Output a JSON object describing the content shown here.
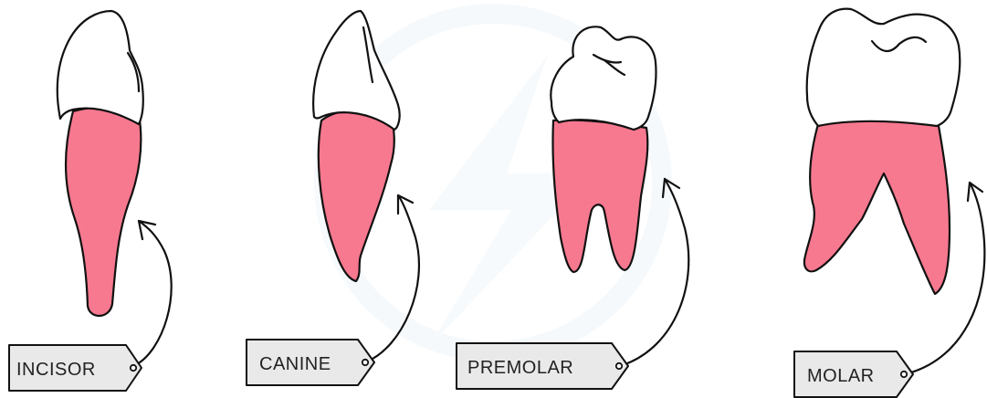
{
  "colors": {
    "root": "#f7798f",
    "crown": "#ffffff",
    "tag": "#e9e9e9",
    "outline": "#111111",
    "watermark": "#eef5fa"
  },
  "teeth": [
    {
      "id": "incisor",
      "label": "INCISOR"
    },
    {
      "id": "canine",
      "label": "CANINE"
    },
    {
      "id": "premolar",
      "label": "PREMOLAR"
    },
    {
      "id": "molar",
      "label": "MOLAR"
    }
  ]
}
